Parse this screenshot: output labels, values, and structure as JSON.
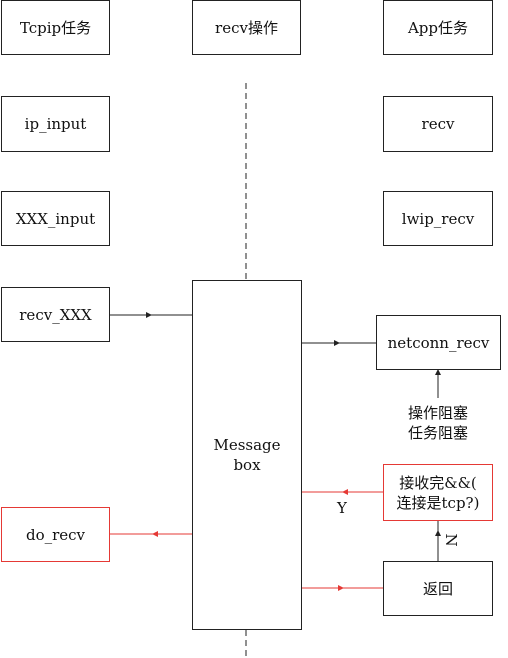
{
  "headers": {
    "tcpip_task": "Tcpip任务",
    "recv_op": "recv操作",
    "app_task": "App任务"
  },
  "left_column": {
    "ip_input": "ip_input",
    "xxx_input": "XXX_input",
    "recv_xxx": "recv_XXX",
    "do_recv": "do_recv"
  },
  "message_box": {
    "line1": "Message",
    "line2": "box"
  },
  "right_column": {
    "recv": "recv",
    "lwip_recv": "lwip_recv",
    "netconn_recv": "netconn_recv",
    "check_line1": "接收完&&(",
    "check_line2": "连接是tcp?)",
    "return": "返回"
  },
  "annotations": {
    "blocked_line1": "操作阻塞",
    "blocked_line2": "任务阻塞",
    "yes": "Y",
    "no": "N"
  },
  "colors": {
    "normal_line": "#222222",
    "highlight": "#e53935"
  }
}
